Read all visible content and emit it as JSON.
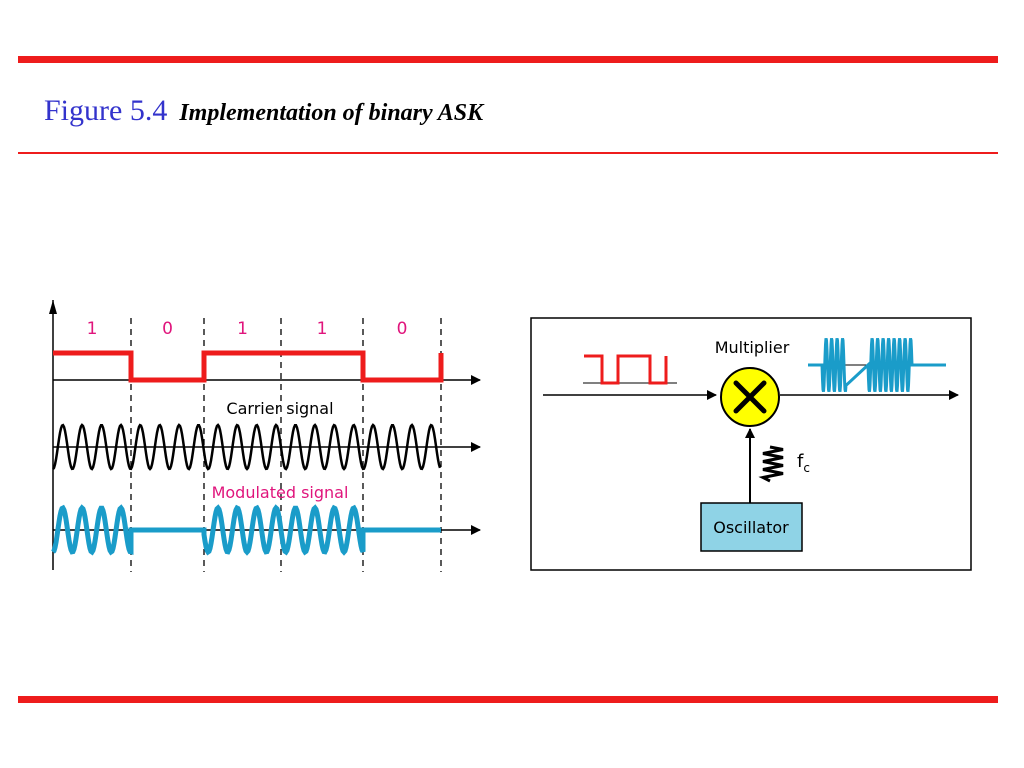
{
  "title": {
    "number": "Figure 5.4",
    "text": "Implementation of binary ASK"
  },
  "bits": [
    "1",
    "0",
    "1",
    "1",
    "0"
  ],
  "labels": {
    "carrier": "Carrier signal",
    "modulated": "Modulated signal",
    "multiplier": "Multiplier",
    "oscillator": "Oscillator",
    "fc_main": "f",
    "fc_sub": "c"
  },
  "colors": {
    "accent_rule": "#ee1c1c",
    "title_number": "#3333cc",
    "digital_signal": "#ee1c1c",
    "carrier_signal": "#000000",
    "modulated_signal": "#1a9cc9",
    "modulated_label": "#e0157c",
    "multiplier_fill": "#ffff00",
    "oscillator_fill": "#8fd3e6"
  }
}
